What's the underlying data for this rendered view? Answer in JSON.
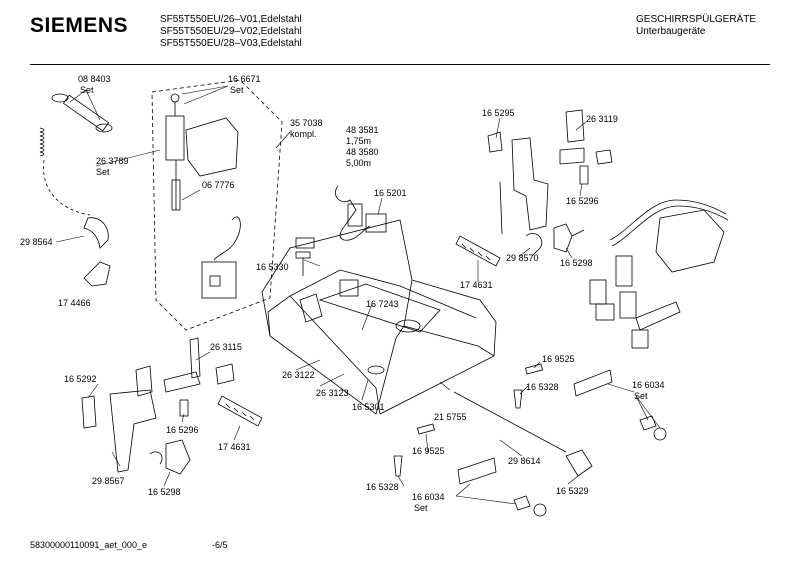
{
  "header": {
    "brand": "SIEMENS",
    "models": [
      "SF55T550EU/26–V01,Edelstahl",
      "SF55T550EU/29–V02,Edelstahl",
      "SF55T550EU/28–V03,Edelstahl"
    ],
    "category": "GESCHIRRSPÜLGERÄTE",
    "subcategory": "Unterbaugeräte"
  },
  "labels": {
    "p088403": "08 8403",
    "set1": "Set",
    "p166671": "16 6671",
    "set2": "Set",
    "p357038": "35 7038",
    "kompl": "kompl.",
    "p263789": "26 3789",
    "set3": "Set",
    "p067776": "06 7776",
    "p298564": "29 8564",
    "p174466": "17 4466",
    "p483581": "48 3581",
    "len1": "1,75m",
    "p483580": "48 3580",
    "len2": "5,00m",
    "p165201": "16 5201",
    "p165330": "16 5330",
    "p167243": "16 7243",
    "p165295": "16 5295",
    "p263119": "26 3119",
    "p165296a": "16 5296",
    "p298570": "29 8570",
    "p165298a": "16 5298",
    "p174631a": "17 4631",
    "p263115": "26 3115",
    "p165292": "16 5292",
    "p263122": "26 3122",
    "p263123": "26 3123",
    "p165301": "16 5301",
    "p165296b": "16 5296",
    "p174631b": "17 4631",
    "p298567": "29 8567",
    "p165298b": "16 5298",
    "p169525a": "16 9525",
    "p165328a": "16 5328",
    "p166034a": "16 6034",
    "set4": "Set",
    "p215755": "21 5755",
    "p169525b": "16 9525",
    "p298614": "29 8614",
    "p165328b": "16 5328",
    "p165329": "16 5329",
    "p166034b": "16 6034",
    "set5": "Set"
  },
  "footer": {
    "doc_id": "58300000110091_aet_000_e",
    "page": "-6/5"
  }
}
